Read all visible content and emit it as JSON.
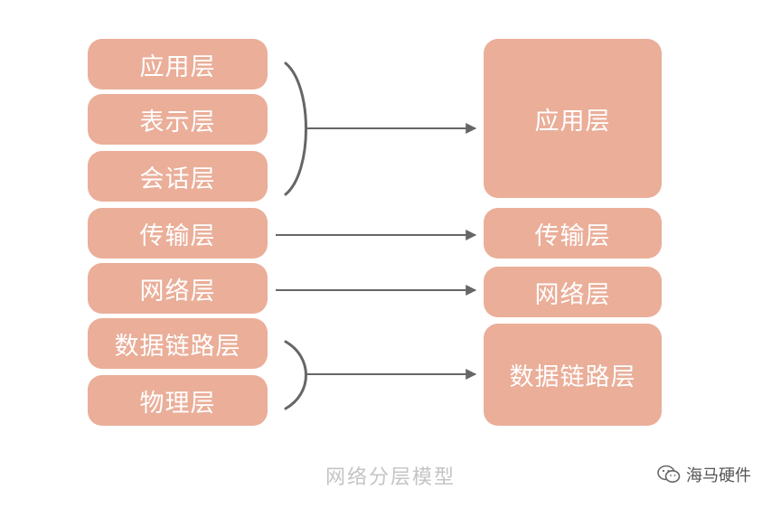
{
  "osi_layers": [
    {
      "label": "应用层"
    },
    {
      "label": "表示层"
    },
    {
      "label": "会话层"
    },
    {
      "label": "传输层"
    },
    {
      "label": "网络层"
    },
    {
      "label": "数据链路层"
    },
    {
      "label": "物理层"
    }
  ],
  "tcpip_layers": [
    {
      "label": "应用层"
    },
    {
      "label": "传输层"
    },
    {
      "label": "网络层"
    },
    {
      "label": "数据链路层"
    }
  ],
  "caption": "网络分层模型",
  "watermark": {
    "text": "海马硬件",
    "icon": "wechat-icon"
  },
  "colors": {
    "box": "#eaae99",
    "box_text": "#ffffff",
    "arrow": "#666666",
    "caption": "#c4c4c4"
  }
}
